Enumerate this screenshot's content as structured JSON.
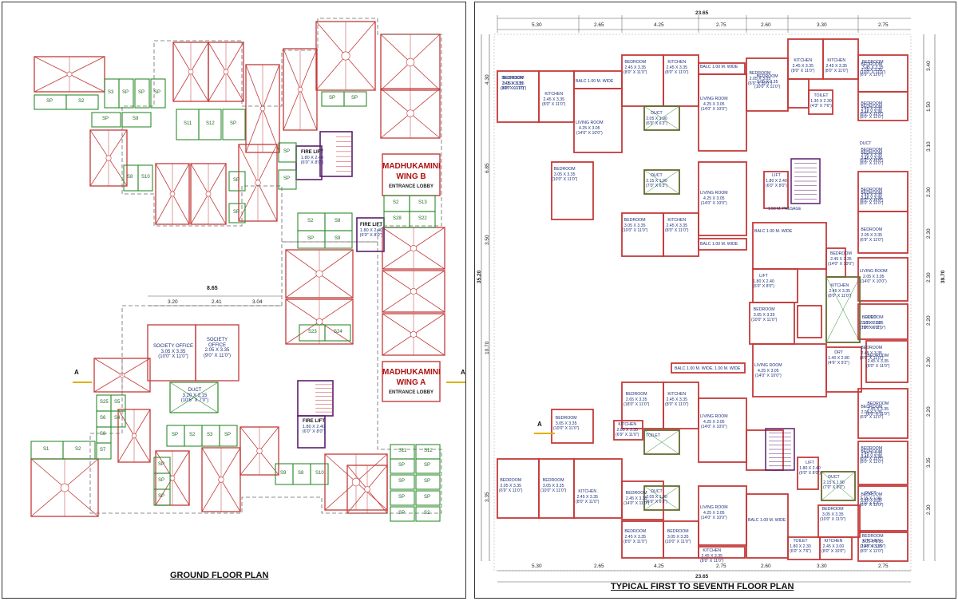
{
  "left_sheet": {
    "title": "GROUND FLOOR PLAN",
    "wing_b": {
      "name_line1": "MADHUKAMINI",
      "name_line2": "WING B",
      "sub": "ENTRANCE LOBBY"
    },
    "wing_a": {
      "name_line1": "MADHUKAMINI",
      "name_line2": "WING A",
      "sub": "ENTRANCE LOBBY"
    },
    "fire_lift_label": "FIRE LIFT",
    "fire_lift_size": "1.80 X 2.40",
    "fire_lift_imperial": "(6'0\" X 8'0\")",
    "society_office_1": {
      "name": "SOCIETY OFFICE",
      "size": "3.05 X 3.35",
      "imperial": "(10'0\" X 11'0\")"
    },
    "society_office_2": {
      "name_line1": "SOCIETY",
      "name_line2": "OFFICE",
      "size": "2.05 X 3.35",
      "imperial": "(9'0\" X 11'0\")"
    },
    "duct": {
      "name": "DUCT",
      "size": "3.20 X 2.15",
      "imperial": "(10'6\" X 7'0\")"
    },
    "dims_top": {
      "total": "8.65",
      "a": "3.20",
      "b": "2.41",
      "c": "3.04"
    },
    "section_mark": "A",
    "parking_labels": [
      "SP",
      "S2",
      "S3",
      "SP",
      "SP",
      "SP",
      "SP",
      "S9",
      "S8",
      "S10",
      "S11",
      "S12",
      "SP",
      "SP",
      "SP",
      "SP",
      "SP",
      "SP",
      "SP",
      "S2",
      "SP",
      "S8",
      "S9",
      "S2",
      "S13",
      "S28",
      "S22",
      "S23",
      "S24",
      "S25",
      "S6",
      "S8",
      "S7",
      "S5",
      "S4",
      "S1",
      "S2"
    ]
  },
  "right_sheet": {
    "title": "TYPICAL FIRST TO SEVENTH FLOOR PLAN",
    "dims_top": {
      "total": "23.65",
      "segments": [
        "5.30",
        "2.65",
        "4.25",
        "2.75",
        "2.60",
        "3.30",
        "2.75"
      ]
    },
    "dims_bottom": {
      "total": "23.65",
      "segments": [
        "5.30",
        "2.65",
        "4.25",
        "2.75",
        "2.60",
        "3.30",
        "2.75"
      ]
    },
    "dims_left": {
      "total": "35.20",
      "segments": [
        "4.30",
        "6.85",
        "3.50",
        "10.70",
        "3.35"
      ]
    },
    "dims_right": {
      "total": "39.70",
      "segments": [
        "3.40",
        "1.50",
        "3.10",
        "2.30",
        "2.30",
        "2.30",
        "2.20",
        "2.30",
        "2.20",
        "3.35",
        "2.30"
      ]
    },
    "section_mark": "A",
    "passage": "1.50 M. PASSAGE",
    "rooms": [
      {
        "name": "BEDROOM",
        "size": "3.05 X 3.35",
        "imperial": "(10'0\" X 11'0\")"
      },
      {
        "name": "KITCHEN",
        "size": "2.45 X 3.35",
        "imperial": "(8'0\" X 11'0\")"
      },
      {
        "name": "BALC 1.00 M. WIDE",
        "size": "",
        "imperial": ""
      },
      {
        "name": "LIVING ROOM",
        "size": "4.25 X 3.05",
        "imperial": "(14'0\" X 10'0\")"
      },
      {
        "name": "BEDROOM",
        "size": "2.45 X 3.35",
        "imperial": "(8'0\" X 11'0\")"
      },
      {
        "name": "KITCHEN",
        "size": "2.45 X 3.35",
        "imperial": "(8'0\" X 11'0\")"
      },
      {
        "name": "DUCT",
        "size": "2.05 X 1.90",
        "imperial": "(6'9\" X 6'3\")"
      },
      {
        "name": "BALC 1.00 M. WIDE",
        "size": "",
        "imperial": ""
      },
      {
        "name": "LIVING ROOM",
        "size": "4.25 X 3.05",
        "imperial": "(14'0\" X 10'0\")"
      },
      {
        "name": "BALC 1.00 M. WIDE",
        "size": "",
        "imperial": ""
      },
      {
        "name": "BEDROOM",
        "size": "2.05 X 3.05",
        "imperial": "(6'9\" X 10'0\")"
      },
      {
        "name": "KITCHEN",
        "size": "2.45 X 3.35",
        "imperial": "(8'0\" X 11'0\")"
      },
      {
        "name": "KITCHEN",
        "size": "2.45 X 3.35",
        "imperial": "(8'0\" X 11'0\")"
      },
      {
        "name": "BEDROOM",
        "size": "3.45 X 3.35",
        "imperial": "(10'0\" X 11'0\")"
      },
      {
        "name": "TOILET",
        "size": "1.30 X 2.30",
        "imperial": "(4'3\" X 7'6\")"
      },
      {
        "name": "BEDROOM",
        "size": "2.45 X 3.35",
        "imperial": "(8'0\" X 11'0\")"
      },
      {
        "name": "DUCT",
        "size": "",
        "imperial": ""
      },
      {
        "name": "BEDROOM",
        "size": "2.45 X 3.35",
        "imperial": "(8'0\" X 11'0\")"
      },
      {
        "name": "BEDROOM",
        "size": "3.05 X 3.35",
        "imperial": "(10'0\" X 11'0\")"
      },
      {
        "name": "DUCT",
        "size": "2.15 X 1.90",
        "imperial": "(7'0\" X 6'3\")"
      },
      {
        "name": "LIVING ROOM",
        "size": "4.25 X 3.05",
        "imperial": "(14'0\" X 10'0\")"
      },
      {
        "name": "LIFT",
        "size": "1.80 X 2.40",
        "imperial": "(6'0\" X 8'0\")"
      },
      {
        "name": "BEDROOM",
        "size": "2.05 X 3.35",
        "imperial": "(6'9\" X 11'0\")"
      },
      {
        "name": "BEDROOM",
        "size": "3.05 X 3.35",
        "imperial": "(10'0\" X 11'0\")"
      },
      {
        "name": "KITCHEN",
        "size": "2.45 X 3.35",
        "imperial": "(8'0\" X 11'0\")"
      },
      {
        "name": "BALC 1.00 M. WIDE",
        "size": "",
        "imperial": ""
      },
      {
        "name": "LIVING ROOM",
        "size": "2.05 X 3.05",
        "imperial": "(14'0\" X 10'0\")"
      },
      {
        "name": "BEDROOM",
        "size": "2.45 X 3.35",
        "imperial": "(14'0\" X 10'0\")"
      },
      {
        "name": "LIFT",
        "size": "1.80 X 2.40",
        "imperial": "(6'0\" X 8'0\")"
      },
      {
        "name": "KITCHEN",
        "size": "2.45 X 3.35",
        "imperial": "(8'0\" X 11'0\")"
      },
      {
        "name": "DUCT",
        "size": "2.15 X 2.80",
        "imperial": "(7'0\" X 9'2\")"
      },
      {
        "name": "BEDROOM",
        "size": "2.45 X 3.35",
        "imperial": "(8'0\" X 11'0\")"
      },
      {
        "name": "BEDROOM",
        "size": "3.05 X 3.35",
        "imperial": "(10'0\" X 11'0\")"
      },
      {
        "name": "BEDROOM",
        "size": "2.45 X 3.35",
        "imperial": "(8'0\" X 11'0\")"
      },
      {
        "name": "BALC 1.00 M. WIDE, 1.00 M. WIDE",
        "size": "",
        "imperial": ""
      },
      {
        "name": "DRT",
        "size": "1.40 X 2.80",
        "imperial": "(4'6\" X 9'2\")"
      },
      {
        "name": "LIVING ROOM",
        "size": "4.25 X 3.05",
        "imperial": "(14'0\" X 10'0\")"
      },
      {
        "name": "BEDROOM",
        "size": "2.45 X 3.35",
        "imperial": "(8'0\" X 11'0\")"
      },
      {
        "name": "BEDROOM",
        "size": "2.65 X 3.35",
        "imperial": "(18'0\" X 11'0\")"
      },
      {
        "name": "KITCHEN",
        "size": "2.45 X 3.35",
        "imperial": "(8'0\" X 11'0\")"
      },
      {
        "name": "LIVING ROOM",
        "size": "4.25 X 3.05",
        "imperial": "(14'0\" X 10'0\")"
      },
      {
        "name": "BEDROOM",
        "size": "3.05 X 3.35",
        "imperial": "(10'0\" X 11'0\")"
      },
      {
        "name": "KITCHEN",
        "size": "2.05 X 3.35",
        "imperial": "(6'9\" X 11'0\")"
      },
      {
        "name": "TOILET",
        "size": "",
        "imperial": ""
      },
      {
        "name": "DUCT",
        "size": "2.15 X 1.90",
        "imperial": "(7'0\" X 6'3\")"
      },
      {
        "name": "BEDROOM",
        "size": "2.05 X 3.35",
        "imperial": "(6'9\" X 11'0\")"
      },
      {
        "name": "BEDROOM",
        "size": "3.05 X 3.35",
        "imperial": "(10'0\" X 11'0\")"
      },
      {
        "name": "KITCHEN",
        "size": "2.45 X 3.35",
        "imperial": "(8'0\" X 11'0\")"
      },
      {
        "name": "BEDROOM",
        "size": "2.45 X 3.35",
        "imperial": "(14'0\" X 11'0\")"
      },
      {
        "name": "DUCT",
        "size": "2.05 X 1.90",
        "imperial": "(6'9\" X 6'3\")"
      },
      {
        "name": "LIVING ROOM",
        "size": "4.25 X 3.05",
        "imperial": "(14'0\" X 10'0\")"
      },
      {
        "name": "LIFT",
        "size": "1.80 X 2.40",
        "imperial": "(6'0\" X 8'0\")"
      },
      {
        "name": "DUCT",
        "size": "2.15 X 1.90",
        "imperial": "(7'0\" X 6'3\")"
      },
      {
        "name": "BEDROOM",
        "size": "2.45 X 3.35",
        "imperial": "(8'0\" X 11'0\")"
      },
      {
        "name": "BEDROOM",
        "size": "3.05 X 3.35",
        "imperial": "(10'0\" X 11'0\")"
      },
      {
        "name": "KITCHEN",
        "size": "2.45 X 3.35",
        "imperial": "(8'0\" X 11'0\")"
      },
      {
        "name": "BALC 1.00 M. WIDE",
        "size": "",
        "imperial": ""
      },
      {
        "name": "BEDROOM",
        "size": "3.05 X 3.35",
        "imperial": "(10'0\" X 11'0\")"
      },
      {
        "name": "TOILET",
        "size": "1.80 X 2.30",
        "imperial": "(6'0\" X 7'6\")"
      },
      {
        "name": "KITCHEN",
        "size": "2.45 X 3.00",
        "imperial": "(8'0\" X 10'0\")"
      },
      {
        "name": "KITCHEN",
        "size": "2.45 X 3.35",
        "imperial": "(8'0\" X 11'0\")"
      },
      {
        "name": "BEDROOM",
        "size": "2.45 X 3.35",
        "imperial": "(8'0\" X 11'0\")"
      },
      {
        "name": "BEDROOM",
        "size": "2.05 X 3.35",
        "imperial": "(6'9\" X 11'0\")"
      },
      {
        "name": "BEDROOM",
        "size": "3.05 X 3.35",
        "imperial": "(10'0\" X 11'0\")"
      },
      {
        "name": "BEDROOM",
        "size": "2.05 X 3.35",
        "imperial": "(6'9\" X 11'0\")"
      },
      {
        "name": "BEDROOM",
        "size": "2.45 X 3.35",
        "imperial": "(8'0\" X 11'0\")"
      },
      {
        "name": "BEDROOM",
        "size": "2.45 X 3.35",
        "imperial": "(8'0\" X 11'0\")"
      },
      {
        "name": "BEDROOM",
        "size": "3.05 X 3.35",
        "imperial": "(10'0\" X 11'0\")"
      },
      {
        "name": "BEDROOM",
        "size": "3.05 X 3.35",
        "imperial": "(10'0\" X 11'0\")"
      },
      {
        "name": "BEDROOM",
        "size": "2.05 X 3.35",
        "imperial": "(6'9\" X 11'0\")"
      },
      {
        "name": "BEDROOM",
        "size": "2.45 X 3.35",
        "imperial": "(8'0\" X 11'0\")"
      },
      {
        "name": "BEDROOM",
        "size": "2.45 X 3.35",
        "imperial": "(8'0\" X 11'0\")"
      },
      {
        "name": "BEDROOM",
        "size": "2.45 X 3.35",
        "imperial": "(8'0\" X 11'0\")"
      },
      {
        "name": "BEDROOM",
        "size": "2.45 X 3.35",
        "imperial": "(8'0\" X 11'0\")"
      }
    ]
  },
  "colors": {
    "wall": "#c43a3a",
    "parking": "#2e8b2e",
    "text": "#1d2f7a",
    "dim": "#555555"
  }
}
